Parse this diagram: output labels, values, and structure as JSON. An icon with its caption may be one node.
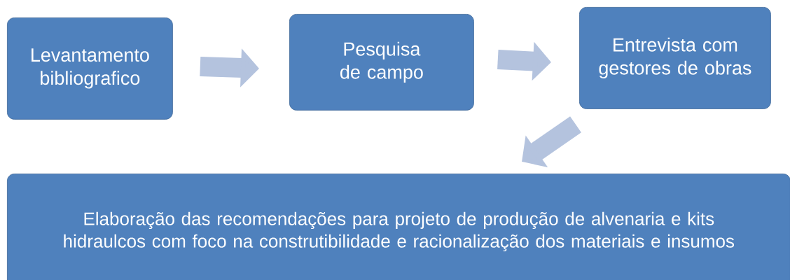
{
  "diagram": {
    "nodes": [
      {
        "text": [
          "Levantamento bibliografico"
        ]
      },
      {
        "text": [
          "Pesquisa de campo"
        ]
      },
      {
        "text": [
          "Entrevista com gestores de obras"
        ]
      },
      {
        "text": [
          "Elaboração das recomendações para projeto de produção de alvenaria e kits hidraulcos com foco na construtibilidade e racionalização dos materiais e insumos"
        ]
      }
    ],
    "edges": [
      {
        "from": 0,
        "to": 1,
        "arrow": "to"
      },
      {
        "from": 1,
        "to": 2,
        "arrow": "to"
      },
      {
        "from": 2,
        "to": 3,
        "arrow": "to"
      }
    ]
  }
}
